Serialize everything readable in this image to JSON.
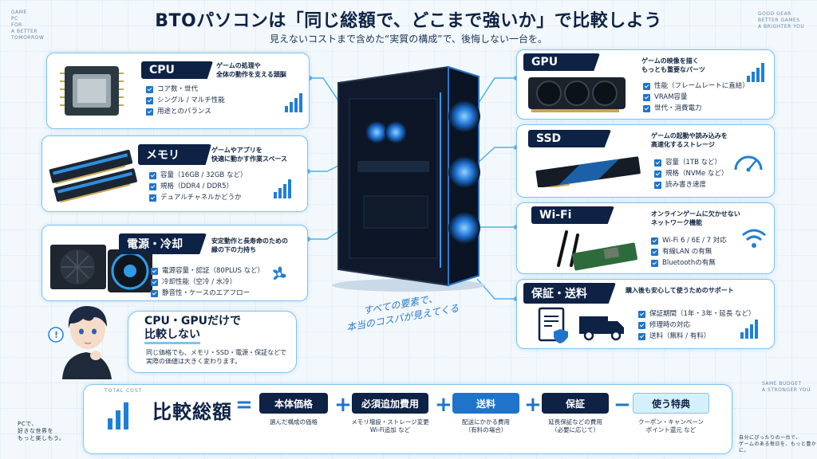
{
  "header": {
    "title": "BTOパソコンは「同じ総額で、どこまで強いか」で比較しよう",
    "subtitle": "見えないコストまで含めた“実質の構成”で、後悔しない一台を。"
  },
  "corners": {
    "top_left": "GAME\nPC\nFOR\nA BETTER\nTOMORROW",
    "top_right": "GOOD GEAR\nBETTER GAMES\nA BRIGHTER YOU",
    "mid_right": "SAME BUDGET\nA STRONGER YOU",
    "bottom_left": "PCで、\n好きな世界を\nもっと楽しもう。",
    "bottom_right": "自分にぴったりの一台で、\nゲームのある毎日を、もっと豊かに。"
  },
  "cards": {
    "cpu": {
      "title": "CPU",
      "desc": "ゲームの処理や\n全体の動作を支える頭脳",
      "items": [
        "コア数・世代",
        "シングル / マルチ性能",
        "用途とのバランス"
      ]
    },
    "memory": {
      "title": "メモリ",
      "desc": "ゲームやアプリを\n快適に動かす作業スペース",
      "items": [
        "容量（16GB / 32GB など）",
        "規格（DDR4 / DDR5）",
        "デュアルチャネルかどうか"
      ]
    },
    "power": {
      "title": "電源・冷却",
      "desc": "安定動作と長寿命のための\n縁の下の力持ち",
      "items": [
        "電源容量・認証（80PLUS など）",
        "冷却性能（空冷 / 水冷）",
        "静音性・ケースのエアフロー"
      ]
    },
    "gpu": {
      "title": "GPU",
      "desc": "ゲームの映像を描く\nもっとも重要なパーツ",
      "items": [
        "性能（フレームレートに直結）",
        "VRAM容量",
        "世代・消費電力"
      ]
    },
    "ssd": {
      "title": "SSD",
      "desc": "ゲームの起動や読み込みを\n高速化するストレージ",
      "items": [
        "容量（1TB など）",
        "規格（NVMe など）",
        "読み書き速度"
      ]
    },
    "wifi": {
      "title": "Wi-Fi",
      "desc": "オンラインゲームに欠かせない\nネットワーク機能",
      "items": [
        "Wi-Fi 6 / 6E / 7 対応",
        "有線LAN の有無",
        "Bluetoothの有無"
      ]
    },
    "warranty": {
      "title": "保証・送料",
      "desc": "購入後も安心して使うためのサポート",
      "items": [
        "保証期間（1年・3年・延長 など）",
        "修理時の対応",
        "送料（無料 / 有料）"
      ]
    }
  },
  "speech": {
    "title_line1": "CPU・GPUだけで",
    "title_line2": "比較しない",
    "body": "同じ価格でも、メモリ・SSD・電源・保証などで\n実際の価値は大きく変わります。"
  },
  "handwrite": "すべての要素で、\n本当のコスパが見えてくる",
  "formula": {
    "label": "TOTAL COST",
    "title": "比較総額",
    "equals": "=",
    "plus": "+",
    "minus": "−",
    "terms": [
      {
        "label": "本体価格",
        "sub": "選んだ構成の価格"
      },
      {
        "label": "必須追加費用",
        "sub": "メモリ増設・ストレージ変更\nWi-Fi追加 など"
      },
      {
        "label": "送料",
        "sub": "配送にかかる費用\n（有料の場合）"
      },
      {
        "label": "保証",
        "sub": "延長保証などの費用\n（必要に応じて）"
      },
      {
        "label": "使う特典",
        "sub": "クーポン・キャンペーン\nポイント還元 など"
      }
    ]
  },
  "colors": {
    "navy": "#0d2245",
    "accent": "#1f74c9",
    "cyan": "#7fc4ec",
    "bonus": "#d6f0fb"
  }
}
